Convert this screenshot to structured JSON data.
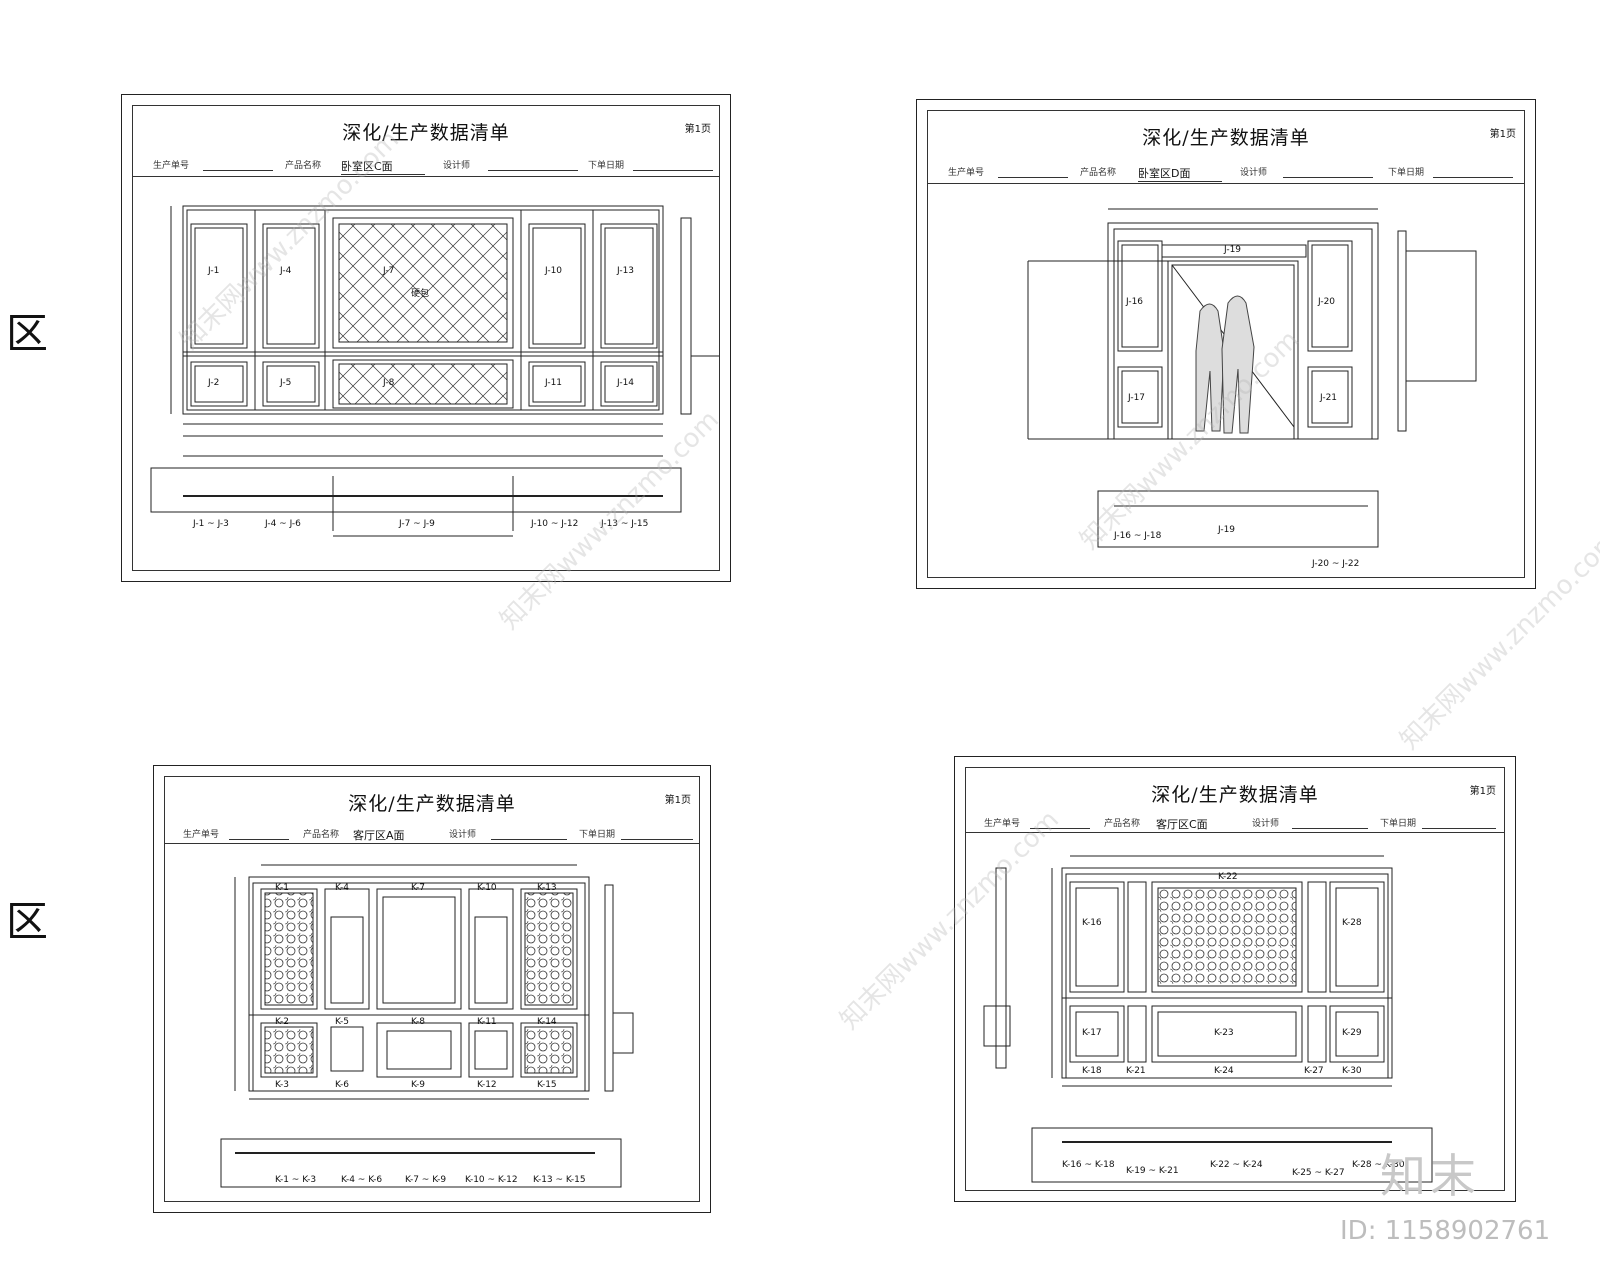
{
  "side_marks": [
    "区",
    "区"
  ],
  "watermark": {
    "site": "知末网www.znzmo.com",
    "logo": "知末",
    "id": "ID: 1158902761"
  },
  "meta_labels": {
    "order_no": "生产单号",
    "product_name": "产品名称",
    "designer": "设计师",
    "factory": "下单日期"
  },
  "sheets": [
    {
      "title": "深化/生产数据清单",
      "page": "第1页",
      "product": "卧室区C面",
      "panels": [
        "J-1",
        "J-4",
        "J-7",
        "J-10",
        "J-13",
        "J-2",
        "J-5",
        "J-8",
        "J-11",
        "J-14"
      ],
      "center_note": "硬包",
      "section_labels": [
        "J-1 ~ J-3",
        "J-4 ~ J-6",
        "J-7 ~ J-9",
        "J-10 ~ J-12",
        "J-13 ~ J-15"
      ]
    },
    {
      "title": "深化/生产数据清单",
      "page": "第1页",
      "product": "卧室区D面",
      "panels": [
        "J-16",
        "J-17",
        "J-19",
        "J-20",
        "J-21"
      ],
      "section_labels": [
        "J-16 ~ J-18",
        "J-19",
        "J-20 ~ J-22"
      ]
    },
    {
      "title": "深化/生产数据清单",
      "page": "第1页",
      "product": "客厅区A面",
      "panels": [
        "K-1",
        "K-4",
        "K-7",
        "K-10",
        "K-13",
        "K-2",
        "K-5",
        "K-8",
        "K-11",
        "K-14",
        "K-3",
        "K-6",
        "K-9",
        "K-12",
        "K-15"
      ],
      "section_labels": [
        "K-1 ~ K-3",
        "K-4 ~ K-6",
        "K-7 ~ K-9",
        "K-10 ~ K-12",
        "K-13 ~ K-15"
      ]
    },
    {
      "title": "深化/生产数据清单",
      "page": "第1页",
      "product": "客厅区C面",
      "panels": [
        "K-16",
        "K-22",
        "K-28",
        "K-17",
        "K-23",
        "K-29",
        "K-18",
        "K-21",
        "K-24",
        "K-27",
        "K-30"
      ],
      "section_labels": [
        "K-16 ~ K-18",
        "K-19 ~ K-21",
        "K-22 ~ K-24",
        "K-25 ~ K-27",
        "K-28 ~ K-30"
      ]
    }
  ]
}
